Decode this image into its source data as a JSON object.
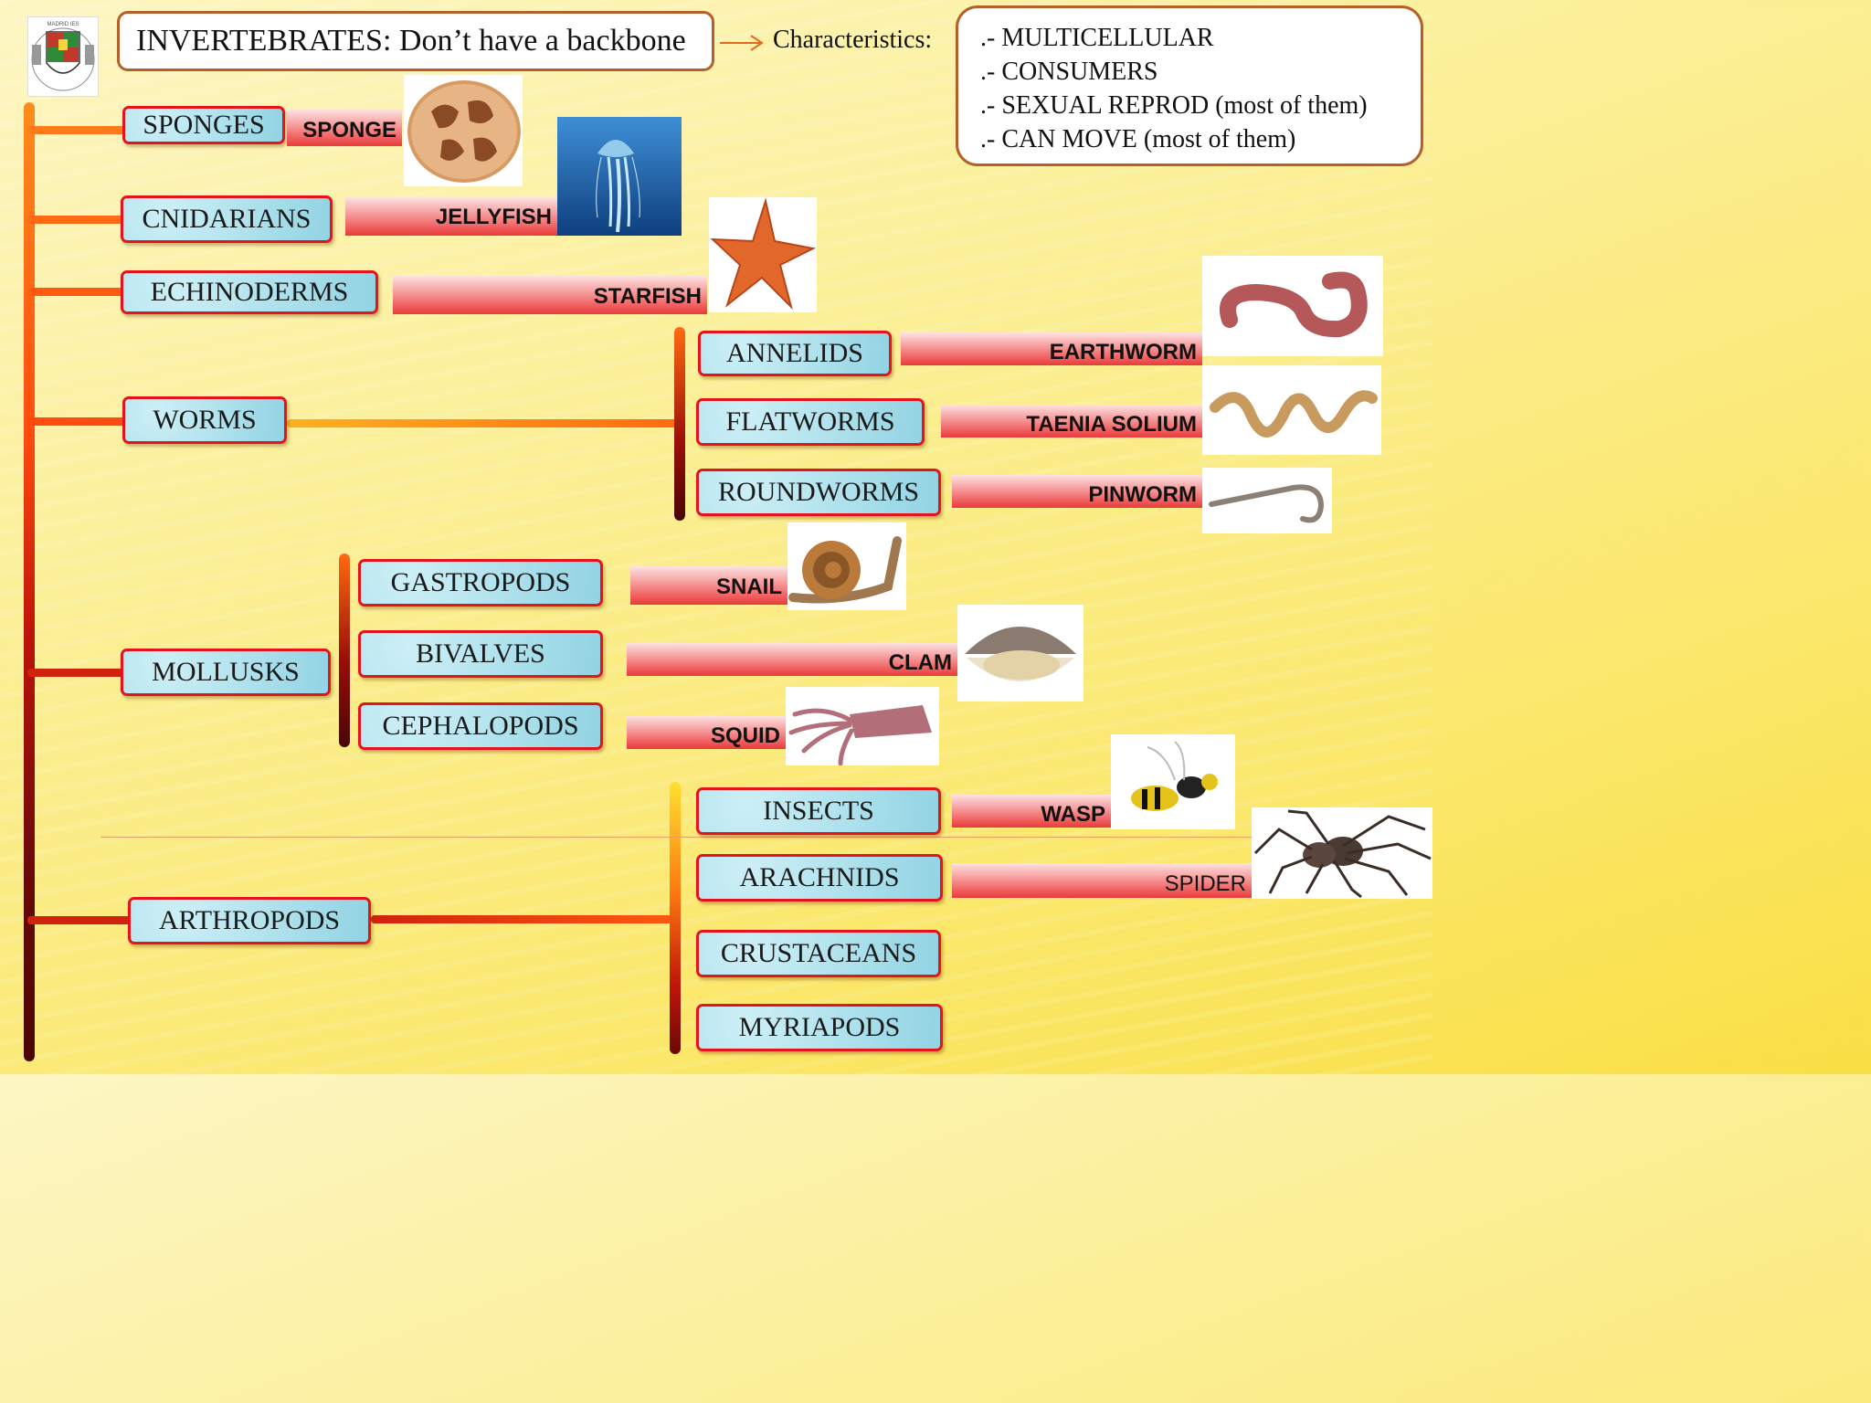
{
  "title": "INVERTEBRATES: Don’t have a backbone",
  "arrow": "→",
  "characteristics_label": "Characteristics:",
  "characteristics": [
    ".- MULTICELLULAR",
    ".- CONSUMERS",
    ".- SEXUAL REPROD (most of them)",
    ".- CAN MOVE (most of them)"
  ],
  "logo_text": "MADRID IES",
  "groups": {
    "sponges": "SPONGES",
    "cnidarians": "CNIDARIANS",
    "echinoderms": "ECHINODERMS",
    "worms": "WORMS",
    "mollusks": "MOLLUSKS",
    "arthropods": "ARTHROPODS"
  },
  "subgroups": {
    "annelids": "ANNELIDS",
    "flatworms": "FLATWORMS",
    "roundworms": "ROUNDWORMS",
    "gastropods": "GASTROPODS",
    "bivalves": "BIVALVES",
    "cephalopods": "CEPHALOPODS",
    "insects": "INSECTS",
    "arachnids": "ARACHNIDS",
    "crustaceans": "CRUSTACEANS",
    "myriapods": "MYRIAPODS"
  },
  "examples": {
    "sponge": "SPONGE",
    "jellyfish": "JELLYFISH",
    "starfish": "STARFISH",
    "earthworm": "EARTHWORM",
    "taenia": "TAENIA SOLIUM",
    "pinworm": "PINWORM",
    "snail": "SNAIL",
    "clam": "CLAM",
    "squid": "SQUID",
    "wasp": "WASP",
    "spider": "SPIDER"
  },
  "colors": {
    "node_border": "#e5141c",
    "node_fill": "#a9dfeb",
    "label_fill": "#f05b5b",
    "trunk_top": "#ff7a1a",
    "trunk_bottom": "#5a0a08"
  }
}
